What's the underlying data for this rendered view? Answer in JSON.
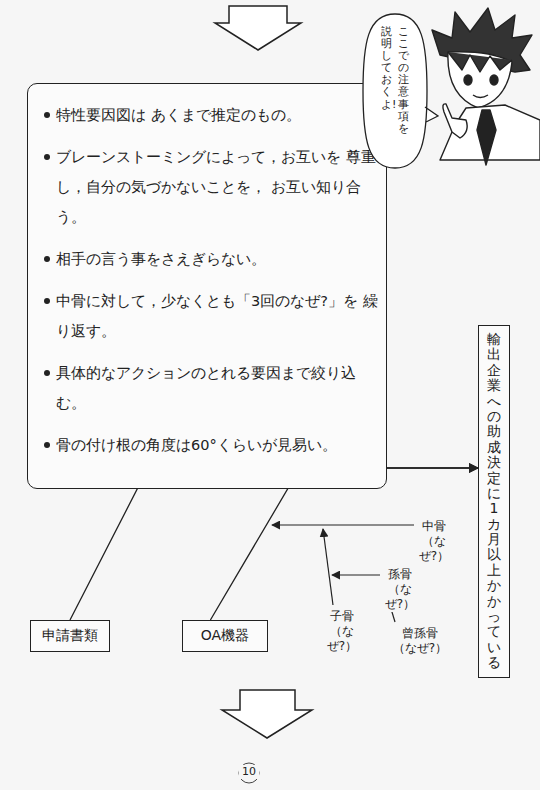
{
  "diagram": {
    "nodes": [
      {
        "text": [
          "ここでの注意事項を",
          "説明しておくよ!"
        ]
      },
      {
        "text": [
          "特性要因図は あくまで推定のもの。",
          "ブレーンストーミングによって，お互いを 尊重し，自分の気づかないことを， お互い知り合う。",
          "相手の言う事をさえぎらない。",
          "中骨に対して，少なくとも「3回のなぜ?」を 繰り返す。",
          "具体的なアクションのとれる要因まで絞り込む。",
          "骨の付け根の角度は60°くらいが見易い。"
        ]
      },
      {
        "text": [
          "輸出企業への助成決定に1カ月以上かかっている"
        ]
      },
      {
        "text": [
          "申請書類"
        ]
      },
      {
        "text": [
          "OA機器"
        ]
      }
    ],
    "edges": [
      {
        "from": 3,
        "to": 2,
        "arrow": "to"
      },
      {
        "from": 4,
        "to": 2,
        "arrow": "to"
      }
    ],
    "labels": [
      "中骨 （なぜ?）",
      "孫骨 （なぜ?）",
      "子骨 （なぜ?）",
      "曾孫骨 （なぜ?）",
      "10"
    ]
  }
}
